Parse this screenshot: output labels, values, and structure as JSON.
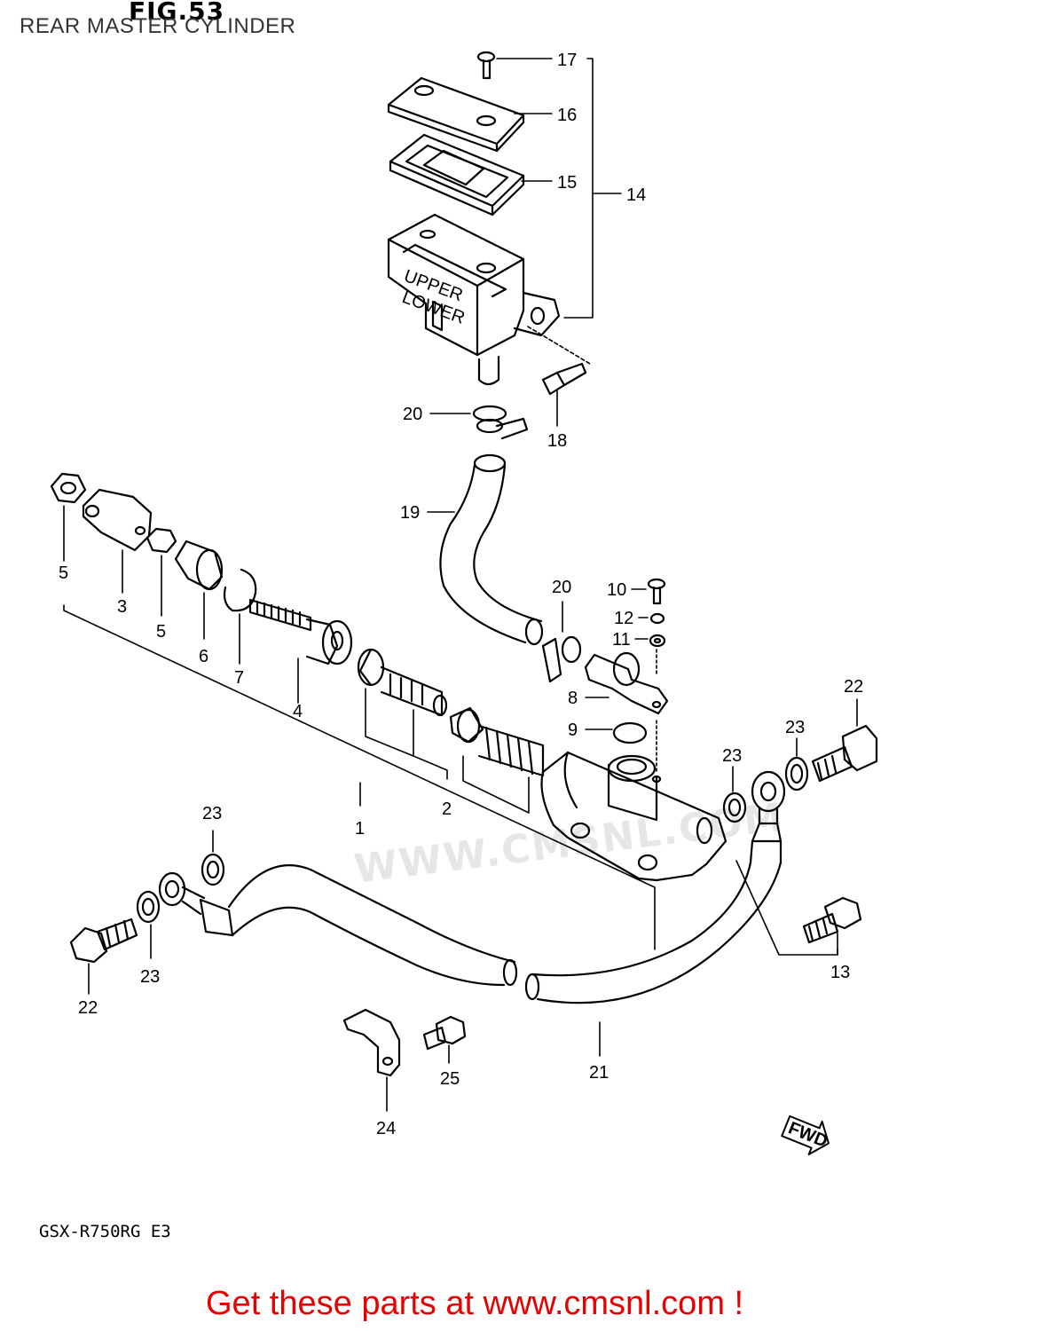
{
  "figure": {
    "title": "FIG.53",
    "subtitle": "REAR MASTER CYLINDER",
    "model": "GSX-R750RG  E3",
    "watermark": "WWW.CMSNL.COM",
    "cta": "Get these parts at www.cmsnl.com !",
    "fwd_label": "FWD"
  },
  "colors": {
    "line": "#000000",
    "cta": "#e60000",
    "watermark": "#e6e6e6"
  },
  "callouts": {
    "c1": "1",
    "c2": "2",
    "c3": "3",
    "c4": "4",
    "c5a": "5",
    "c5b": "5",
    "c6": "6",
    "c7": "7",
    "c8": "8",
    "c9": "9",
    "c10": "10",
    "c11": "11",
    "c12": "12",
    "c13": "13",
    "c14": "14",
    "c15": "15",
    "c16": "16",
    "c17": "17",
    "c18": "18",
    "c19": "19",
    "c20a": "20",
    "c20b": "20",
    "c21": "21",
    "c22a": "22",
    "c22b": "22",
    "c23a": "23",
    "c23b": "23",
    "c23c": "23",
    "c23d": "23",
    "c24": "24",
    "c25": "25"
  }
}
